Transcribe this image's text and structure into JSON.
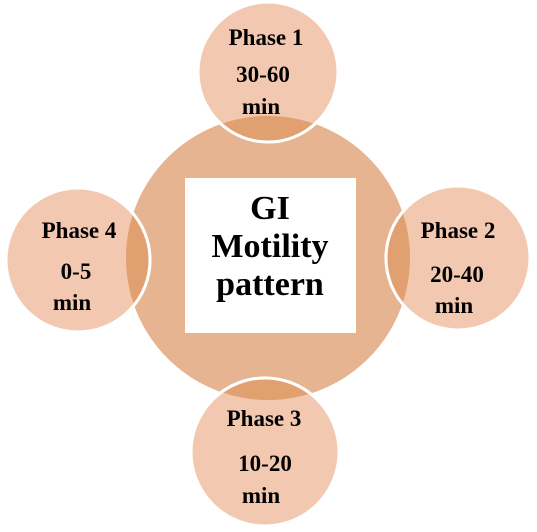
{
  "center": {
    "lines": [
      "GI",
      "Motility",
      "pattern"
    ]
  },
  "phases": [
    {
      "id": "phase-1",
      "title": "Phase 1",
      "duration_lines": [
        "30-60",
        "min"
      ]
    },
    {
      "id": "phase-2",
      "title": "Phase 2",
      "duration_lines": [
        "20-40",
        "min"
      ]
    },
    {
      "id": "phase-3",
      "title": "Phase 3",
      "duration_lines": [
        "10-20",
        "min"
      ]
    },
    {
      "id": "phase-4",
      "title": "Phase 4",
      "duration_lines": [
        "0-5",
        "min"
      ]
    }
  ],
  "colors": {
    "center_circle": "#E6B490",
    "satellite_circle": "#F2C8B0",
    "satellite_stroke": "#FFFFFF",
    "overlap": "#E1A06F",
    "label_box": "#FFFFFF",
    "text": "#000000"
  }
}
